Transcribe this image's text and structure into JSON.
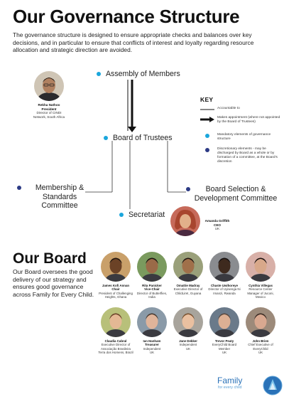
{
  "header": {
    "title": "Our Governance Structure",
    "intro": "The governance structure is designed to ensure appropriate checks and balances over key decisions, and in particular to ensure that conflicts of interest and loyalty regarding resource allocation and strategic direction are avoided."
  },
  "structure": {
    "assembly": "Assembly of Members",
    "board": "Board of Trustees",
    "membership": [
      "Membership &",
      "Standards",
      "Committee"
    ],
    "selection": [
      "Board Selection &",
      "Development Committee"
    ],
    "secretariat": "Secretariat"
  },
  "president": {
    "name": "Rekha Nathoo",
    "role": "President",
    "detail1": "Director of CINDI",
    "detail2": "Network, South Africa"
  },
  "ceo": {
    "name": "Amanda Griffith",
    "role": "CEO",
    "detail1": "UK"
  },
  "key": {
    "title": "KEY",
    "items": [
      {
        "symbol": "line",
        "text": "Accountable to"
      },
      {
        "symbol": "arrow",
        "text": "Makes appointment (where not appointed by the Board of Trustees)"
      },
      {
        "symbol": "cyan-dot",
        "text": "Mandatory elements of governance structure"
      },
      {
        "symbol": "navy-dot",
        "text": "Discretionary elements - may be discharged by Board as a whole or by formation of a committee, at the Board's discretion"
      }
    ]
  },
  "board": {
    "title": "Our Board",
    "description": "Our Board oversees the good delivery of our strategy and ensures good governance across Family for Every Child.",
    "members": [
      {
        "name": "James Kofi Annan",
        "role": "Chair",
        "lines": [
          "President of Challenging",
          "Heights, Ghana"
        ],
        "bg": "#c9a06a",
        "skin": "#6b4226",
        "hair": "#1e140e"
      },
      {
        "name": "Rita Panicker",
        "role": "Vice-Chair",
        "lines": [
          "Director of Butterflies,",
          "India"
        ],
        "bg": "#7a9a5e",
        "skin": "#9a6a48",
        "hair": "#1a1410"
      },
      {
        "name": "Omattie Madray",
        "role": "",
        "lines": [
          "Executive Director of",
          "ChildLinK, Guyana"
        ],
        "bg": "#9aa07a",
        "skin": "#a0704a",
        "hair": "#201410"
      },
      {
        "name": "Chaste Uwihoreye",
        "role": "",
        "lines": [
          "Director of Uyisenga Ni",
          "Imanzi, Rwanda"
        ],
        "bg": "#8a8c90",
        "skin": "#3e2a1e",
        "hair": "#151010"
      },
      {
        "name": "Cynthia Villegas",
        "role": "",
        "lines": [
          "Resource Center",
          "Manager of Juconi,",
          "Mexico"
        ],
        "bg": "#d8b0a8",
        "skin": "#d8a88a",
        "hair": "#1c1210"
      },
      {
        "name": "Claudia Cabral",
        "role": "",
        "lines": [
          "Executive Director of",
          "Associação Brasileira",
          "Terra dos Homens, Brazil"
        ],
        "bg": "#b8c07a",
        "skin": "#e4b894",
        "hair": "#6a4028"
      },
      {
        "name": "Ian Hanham",
        "role": "Treasurer",
        "lines": [
          "Independent",
          "UK"
        ],
        "bg": "#8a9aa8",
        "skin": "#e0b49a",
        "hair": "#4a3a30"
      },
      {
        "name": "Jane Dekker",
        "role": "",
        "lines": [
          "Independent",
          "UK"
        ],
        "bg": "#a8a49c",
        "skin": "#eac0a0",
        "hair": "#7a5230"
      },
      {
        "name": "Trevor Peaty",
        "role": "",
        "lines": [
          "EveryChild Board",
          "Member",
          "UK"
        ],
        "bg": "#6a7a8a",
        "skin": "#dcb094",
        "hair": "#5a4a40"
      },
      {
        "name": "John Brien",
        "role": "",
        "lines": [
          "Chief Executive of",
          "EveryChild",
          "UK"
        ],
        "bg": "#9c8a7a",
        "skin": "#d8a890",
        "hair": "#3a2a22"
      }
    ]
  },
  "logo": {
    "word": "Family",
    "tagline": "for every child"
  },
  "colors": {
    "cyan": "#1aa6dc",
    "navy": "#2c3a85",
    "logo_blue": "#2a72b8"
  }
}
